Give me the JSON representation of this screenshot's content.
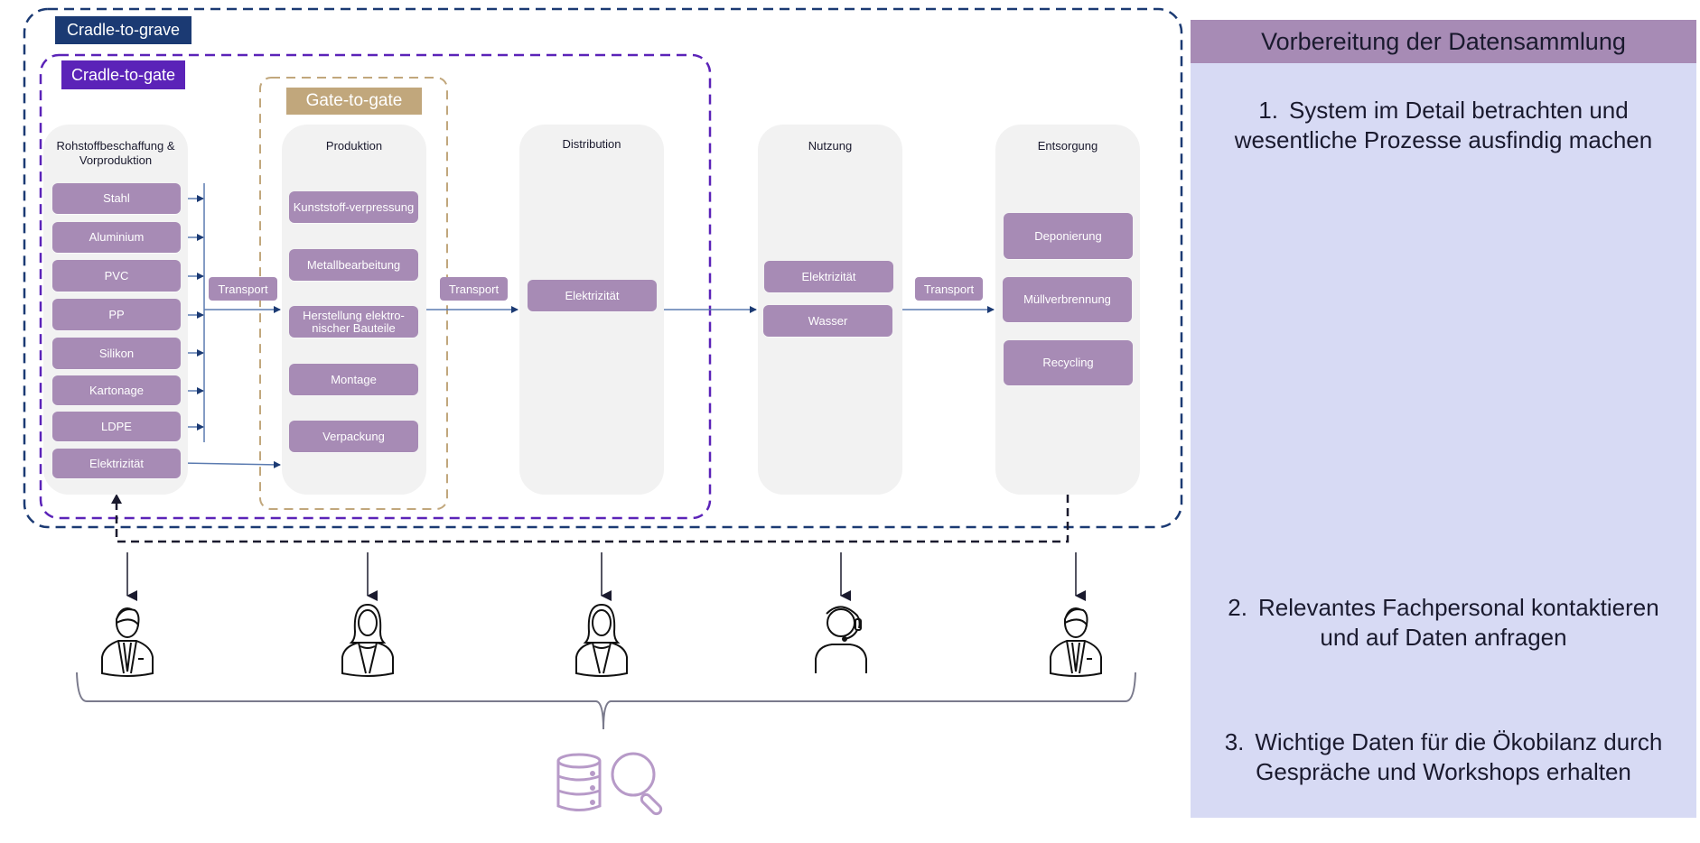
{
  "frames": {
    "cradle_to_grave": "Cradle-to-grave",
    "cradle_to_gate": "Cradle-to-gate",
    "gate_to_gate": "Gate-to-gate"
  },
  "colors": {
    "grave": "#1b3a73",
    "gate": "#5b23b8",
    "g2g": "#c1a77c",
    "process_box": "#a78bb5",
    "column_bg": "#f2f2f2",
    "panel_bg": "#d7daf4",
    "arrow": "#1b3a73",
    "icon_purple": "#b79ac8"
  },
  "columns": [
    {
      "title": "Rohstoffbeschaffung & Vorproduktion",
      "items": [
        "Stahl",
        "Aluminium",
        "PVC",
        "PP",
        "Silikon",
        "Kartonage",
        "LDPE",
        "Elektrizität"
      ]
    },
    {
      "title": "Produktion",
      "items": [
        "Kunststoff-verpressung",
        "Metallbearbeitung",
        "Herstellung elektro-nischer Bauteile",
        "Montage",
        "Verpackung"
      ]
    },
    {
      "title": "Distribution",
      "items": [
        "Elektrizität"
      ]
    },
    {
      "title": "Nutzung",
      "items": [
        "Elektrizität",
        "Wasser"
      ]
    },
    {
      "title": "Entsorgung",
      "items": [
        "Deponierung",
        "Müllverbrennung",
        "Recycling"
      ]
    }
  ],
  "transports": [
    "Transport",
    "Transport",
    "Transport"
  ],
  "people": [
    {
      "icon": "businessman-icon"
    },
    {
      "icon": "businesswoman-icon"
    },
    {
      "icon": "businesswoman-icon"
    },
    {
      "icon": "headset-agent-icon"
    },
    {
      "icon": "businessman-icon"
    }
  ],
  "bottom_icons": [
    "database-icon",
    "magnifier-icon"
  ],
  "panel": {
    "title": "Vorbereitung der Datensammlung",
    "steps": [
      {
        "num": "1.",
        "line1": "System im Detail betrachten und",
        "line2": "wesentliche Prozesse ausfindig machen"
      },
      {
        "num": "2.",
        "line1": "Relevantes Fachpersonal kontaktieren",
        "line2": "und auf Daten anfragen"
      },
      {
        "num": "3.",
        "line1": "Wichtige Daten für die Ökobilanz durch",
        "line2": "Gespräche und Workshops erhalten"
      }
    ]
  }
}
